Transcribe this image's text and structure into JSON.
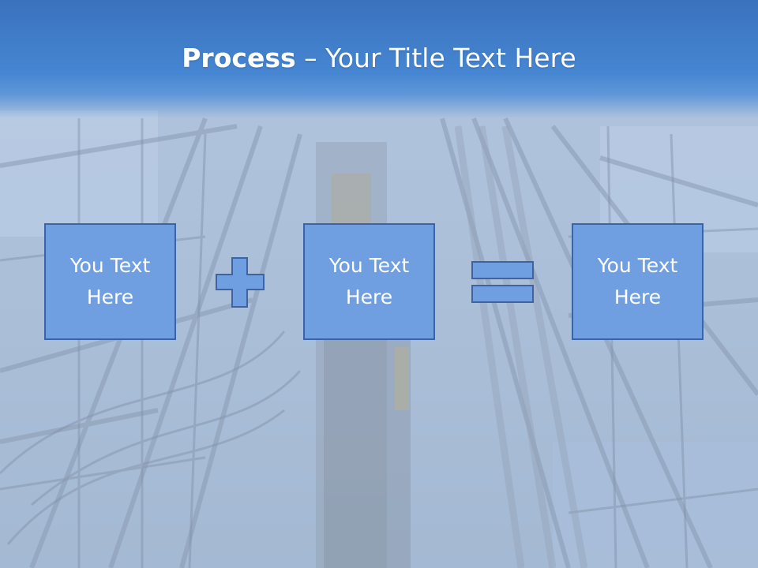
{
  "slide": {
    "title_bold": "Process",
    "title_rest": " – Your Title Text Here"
  },
  "boxes": [
    {
      "text": "You Text Here"
    },
    {
      "text": "You Text Here"
    },
    {
      "text": "You Text Here"
    }
  ],
  "operators": [
    "plus",
    "equals"
  ],
  "colors": {
    "title_band": "#4686d2",
    "box_fill": "#6f9fe0",
    "box_border": "#3c63a5",
    "text": "#ffffff"
  }
}
